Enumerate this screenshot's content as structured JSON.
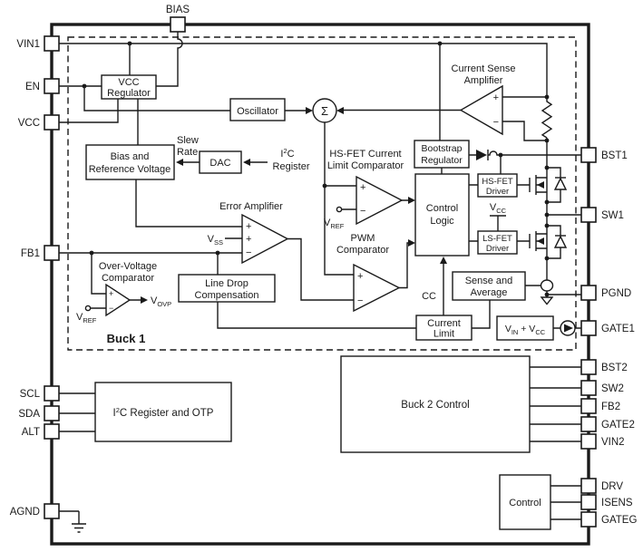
{
  "colors": {
    "line": "#1a1a1a",
    "background": "#ffffff"
  },
  "pins": {
    "top": [
      {
        "label": "BIAS"
      }
    ],
    "left": [
      {
        "label": "VIN1"
      },
      {
        "label": "EN"
      },
      {
        "label": "VCC"
      },
      {
        "label": "FB1"
      },
      {
        "label": "SCL"
      },
      {
        "label": "SDA"
      },
      {
        "label": "ALT"
      },
      {
        "label": "AGND"
      }
    ],
    "right": [
      {
        "label": "BST1"
      },
      {
        "label": "SW1"
      },
      {
        "label": "PGND"
      },
      {
        "label": "GATE1"
      },
      {
        "label": "BST2"
      },
      {
        "label": "SW2"
      },
      {
        "label": "FB2"
      },
      {
        "label": "GATE2"
      },
      {
        "label": "VIN2"
      },
      {
        "label": "DRV"
      },
      {
        "label": "ISENS"
      },
      {
        "label": "GATEG"
      }
    ]
  },
  "blocks": {
    "vcc_regulator": {
      "line1": "VCC",
      "line2": "Regulator"
    },
    "oscillator": {
      "label": "Oscillator"
    },
    "bias_reference": {
      "line1": "Bias and",
      "line2": "Reference Voltage"
    },
    "dac": {
      "label": "DAC"
    },
    "bootstrap_regulator": {
      "line1": "Bootstrap",
      "line2": "Regulator"
    },
    "control_logic": {
      "line1": "Control",
      "line2": "Logic"
    },
    "hs_fet_driver": {
      "line1": "HS-FET",
      "line2": "Driver"
    },
    "ls_fet_driver": {
      "line1": "LS-FET",
      "line2": "Driver"
    },
    "line_drop_compensation": {
      "line1": "Line Drop",
      "line2": "Compensation"
    },
    "sense_and_average": {
      "line1": "Sense and",
      "line2": "Average"
    },
    "current_limit": {
      "line1": "Current",
      "line2": "Limit"
    },
    "i2c_register_otp": {
      "prefix": "I",
      "sup": "2",
      "rest": "C Register and OTP"
    },
    "buck2_control": {
      "label": "Buck 2 Control"
    },
    "control": {
      "label": "Control"
    }
  },
  "labels": {
    "current_sense_amplifier": {
      "line1": "Current Sense",
      "line2": "Amplifier"
    },
    "hs_fet_current_limit_comparator": {
      "line1": "HS-FET Current",
      "line2": "Limit Comparator"
    },
    "pwm_comparator": {
      "line1": "PWM",
      "line2": "Comparator"
    },
    "error_amplifier": {
      "label": "Error Amplifier"
    },
    "over_voltage_comparator": {
      "line1": "Over-Voltage",
      "line2": "Comparator"
    },
    "buck1": "Buck 1",
    "slew_rate": {
      "line1": "Slew",
      "line2": "Rate"
    },
    "i2c_register": {
      "prefix": "I",
      "sup": "2",
      "suffix": "C",
      "line2": "Register"
    },
    "cc": "CC",
    "sigma": "Σ"
  },
  "sym": {
    "v": "V",
    "ss": "SS",
    "ref": "REF",
    "ovp": "OVP",
    "cc": "CC",
    "in": "IN",
    "plus_v": " + V",
    "plus": "+",
    "minus": "−"
  }
}
